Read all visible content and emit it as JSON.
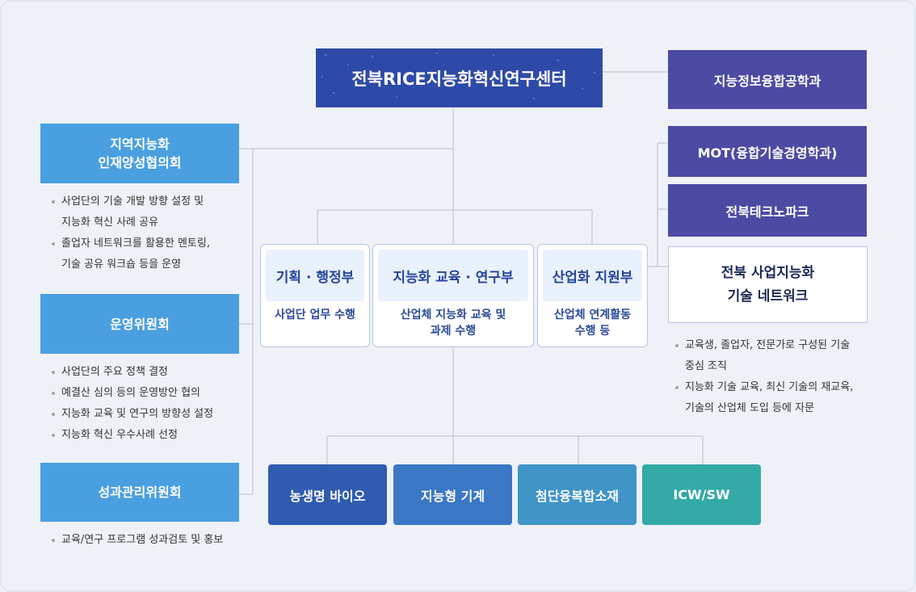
{
  "center": {
    "label": "전북RICE지능화혁신연구센터"
  },
  "committees": [
    {
      "label": "지역지능화\n인재양성협의회",
      "notes": [
        "사업단의 기술 개발 방향 설정 및\n지능화 혁신 사례 공유",
        "졸업자 네트워크를 활용한 멘토링,\n기술 공유 워크숍 등을 운영"
      ]
    },
    {
      "label": "운영위원회",
      "notes": [
        "사업단의 주요 정책 결정",
        "예결산 심의 등의 운영방안 협의",
        "지능화 교육 및 연구의 방향성 설정",
        "지능화 혁신 우수사례 선정"
      ]
    },
    {
      "label": "성과관리위원회",
      "notes": [
        "교육/연구 프로그램 성과검토 및 홍보"
      ]
    }
  ],
  "departments": [
    {
      "title": "기획 · 행정부",
      "desc": "사업단 업무 수행"
    },
    {
      "title": "지능화 교육 · 연구부",
      "desc": "산업체 지능화 교육 및\n과제 수행"
    },
    {
      "title": "산업화 지원부",
      "desc": "산업체 연계활동\n수행 등"
    }
  ],
  "partners": [
    {
      "label": "지능정보융합공학과"
    },
    {
      "label": "MOT(융합기술경영학과)"
    },
    {
      "label": "전북테크노파크"
    }
  ],
  "network": {
    "label": "전북 사업지능화\n기술 네트워크",
    "notes": [
      "교육생, 졸업자, 전문가로 구성된 기술\n중심 조직",
      "지능화 기술 교육, 최신 기술의 재교육,\n기술의 산업체 도입 등에 자문"
    ]
  },
  "teams": [
    {
      "label": "농생명 바이오",
      "color": "#2f5bb0"
    },
    {
      "label": "지능형 기계",
      "color": "#3a77c4"
    },
    {
      "label": "첨단융복합소재",
      "color": "#3f94c8"
    },
    {
      "label": "ICW/SW",
      "color": "#33aaa6"
    }
  ],
  "colors": {
    "center": "#2e4aa8",
    "committee": "#4a9fe0",
    "partner": "#4c4aa3",
    "connector": "#b8bfcc"
  }
}
